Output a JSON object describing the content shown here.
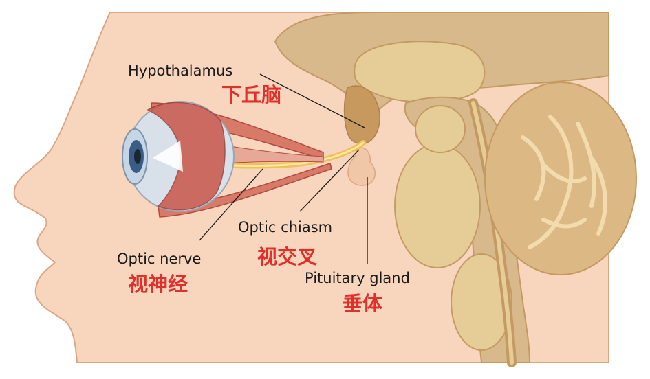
{
  "labels": {
    "hypothalamus": {
      "en": "Hypothalamus",
      "zh": "下丘脑"
    },
    "optic_chiasm": {
      "en": "Optic chiasm",
      "zh": "视交叉"
    },
    "optic_nerve": {
      "en": "Optic nerve",
      "zh": "视神经"
    },
    "pituitary_gland": {
      "en": "Pituitary gland",
      "zh": "垂体"
    }
  },
  "colors": {
    "skin": "#f8d5bd",
    "skin_outline": "#d9a785",
    "brain_tan": "#d7b98c",
    "brain_fill": "#e6cc96",
    "brain_dark": "#c49a62",
    "cerebellum": "#dcb884",
    "muscle": "#c8564a",
    "nerve": "#f0c052",
    "label_english": "#1a1a1a",
    "label_chinese": "#e0302c"
  }
}
